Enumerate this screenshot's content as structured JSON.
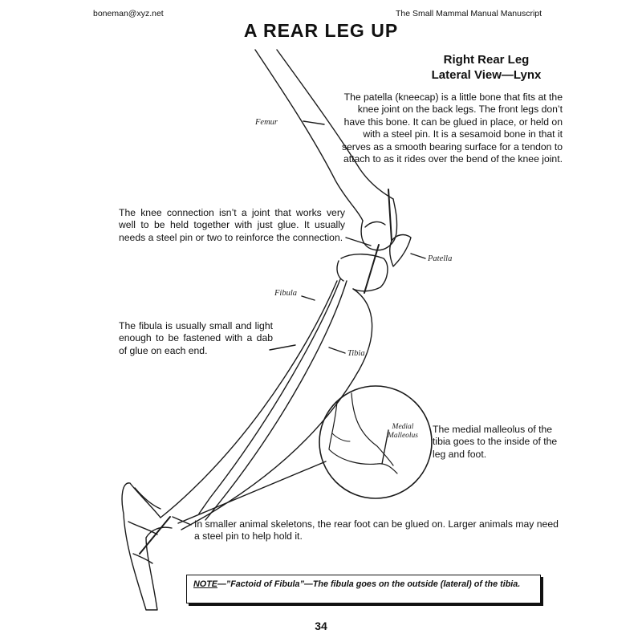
{
  "header": {
    "email": "boneman@xyz.net",
    "manual": "The Small Mammal Manual Manuscript"
  },
  "title": "A REAR LEG UP",
  "subtitle": {
    "line1": "Right Rear Leg",
    "line2": "Lateral View—Lynx"
  },
  "paragraphs": {
    "patella": "The patella (kneecap) is a little bone that fits at the knee joint on the back legs. The front legs don’t have this bone. It can be glued in place, or held on with a steel pin. It is a sesamoid bone in that it serves as a smooth bearing surface for a tendon to attach to as it rides over the bend of the knee joint.",
    "knee": "The knee connection isn’t a joint that works very well to be held together with just glue. It usually needs a steel pin or two to reinforce the connection.",
    "fibula": "The fibula is usually small and light enough to be fastened with a dab of glue on each end.",
    "malleolus": "The medial malleolus of the tibia goes to the inside of the leg and foot.",
    "foot": "In smaller animal skeletons, the rear foot can be glued on. Larger animals may need a steel pin to help hold it."
  },
  "labels": {
    "femur": "Femur",
    "patella": "Patella",
    "fibula": "Fibula",
    "tibia": "Tibia",
    "medial_line1": "Medial",
    "medial_line2": "Malleolus"
  },
  "note": {
    "prefix": "NOTE",
    "body": "—”Factoid of Fibula”—The fibula goes on the outside (lateral) of the tibia."
  },
  "page_number": "34"
}
